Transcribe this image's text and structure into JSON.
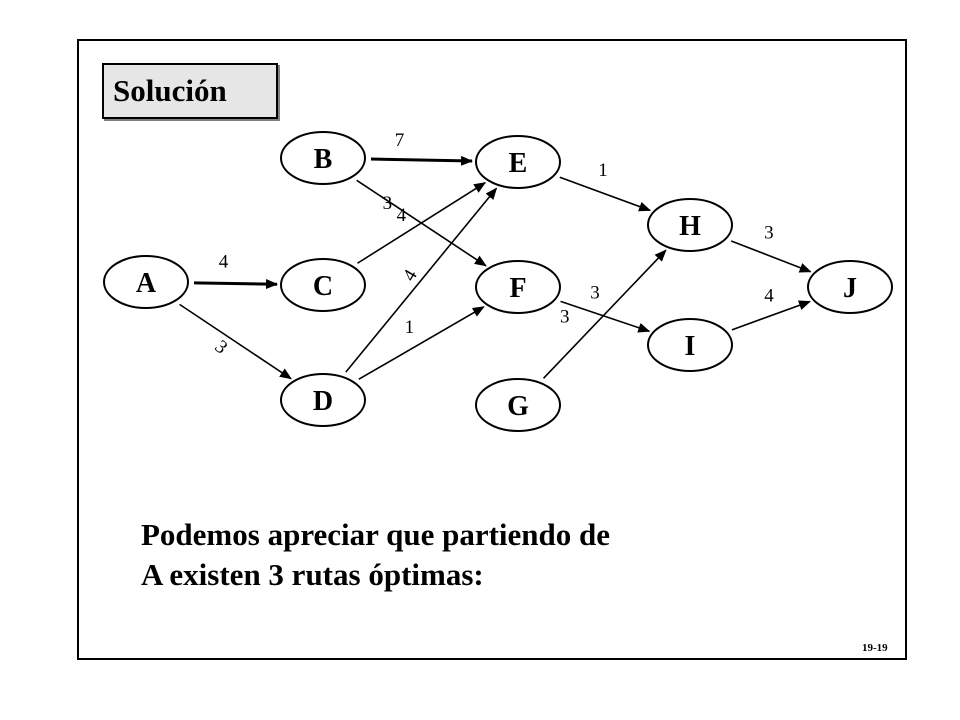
{
  "title": "Solución",
  "nodes": [
    {
      "id": "A",
      "label": "A"
    },
    {
      "id": "B",
      "label": "B"
    },
    {
      "id": "C",
      "label": "C"
    },
    {
      "id": "D",
      "label": "D"
    },
    {
      "id": "E",
      "label": "E"
    },
    {
      "id": "F",
      "label": "F"
    },
    {
      "id": "G",
      "label": "G"
    },
    {
      "id": "H",
      "label": "H"
    },
    {
      "id": "I",
      "label": "I"
    },
    {
      "id": "J",
      "label": "J"
    }
  ],
  "edges": [
    {
      "from": "A",
      "to": "C",
      "weight": "4",
      "bold": true
    },
    {
      "from": "A",
      "to": "D",
      "weight": "3",
      "bold": false
    },
    {
      "from": "B",
      "to": "E",
      "weight": "7",
      "bold": true
    },
    {
      "from": "B",
      "to": "F",
      "weight": "4",
      "bold": false
    },
    {
      "from": "C",
      "to": "E",
      "weight": "3",
      "bold": false
    },
    {
      "from": "D",
      "to": "E",
      "weight": "4",
      "bold": false
    },
    {
      "from": "D",
      "to": "F",
      "weight": "1",
      "bold": false
    },
    {
      "from": "E",
      "to": "H",
      "weight": "1",
      "bold": false
    },
    {
      "from": "G",
      "to": "H",
      "weight": "3",
      "bold": false
    },
    {
      "from": "F",
      "to": "I",
      "weight": "3",
      "bold": false
    },
    {
      "from": "H",
      "to": "J",
      "weight": "3",
      "bold": false
    },
    {
      "from": "I",
      "to": "J",
      "weight": "4",
      "bold": false
    }
  ],
  "conclusion": {
    "line1": "Podemos apreciar que partiendo de",
    "line2": "A existen 3 rutas óptimas:"
  },
  "slide_number": "19-19"
}
